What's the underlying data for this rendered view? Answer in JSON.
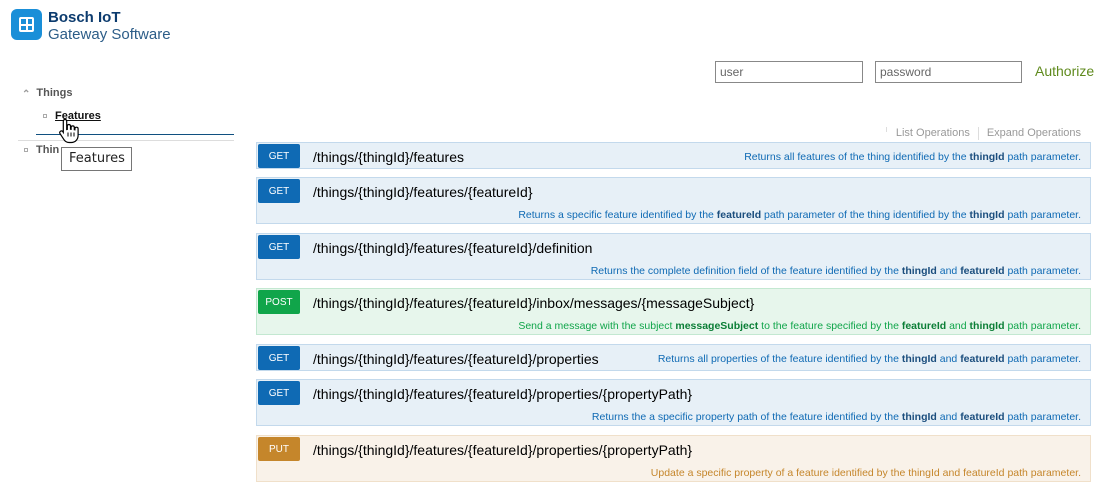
{
  "header": {
    "brand_title": "Bosch IoT",
    "brand_subtitle": "Gateway Software",
    "logo_icon": "gateway-logo-icon"
  },
  "sidebar": {
    "groups": [
      {
        "label": "Things",
        "expanded": true,
        "chevron": "^",
        "items": [
          {
            "label": "Features",
            "active": true
          }
        ]
      },
      {
        "label": "Thin",
        "expanded": false
      }
    ],
    "tooltip": "Features"
  },
  "auth": {
    "user_placeholder": "user",
    "password_placeholder": "password",
    "authorize_label": "Authorize",
    "authorize_color": "#5f8a1d"
  },
  "operations": {
    "list_label": "List Operations",
    "expand_label": "Expand Operations"
  },
  "colors": {
    "get": "#0f6ab4",
    "post": "#10a54a",
    "put": "#c5862b"
  },
  "endpoints": [
    {
      "method": "GET",
      "path": "/things/{thingId}/features",
      "desc_parts": [
        "Returns all features of the thing identified by the ",
        "thingId",
        " path parameter."
      ]
    },
    {
      "method": "GET",
      "path": "/things/{thingId}/features/{featureId}",
      "desc_parts": [
        "Returns a specific feature identified by the ",
        "featureId",
        " path parameter of the thing identified by the ",
        "thingId",
        " path parameter."
      ]
    },
    {
      "method": "GET",
      "path": "/things/{thingId}/features/{featureId}/definition",
      "desc_parts": [
        "Returns the complete definition field of the feature identified by the ",
        "thingId",
        " and ",
        "featureId",
        " path parameter."
      ]
    },
    {
      "method": "POST",
      "path": "/things/{thingId}/features/{featureId}/inbox/messages/{messageSubject}",
      "desc_parts": [
        "Send a message with the subject ",
        "messageSubject",
        " to the feature specified by the ",
        "featureId",
        " and ",
        "thingId",
        " path parameter."
      ]
    },
    {
      "method": "GET",
      "path": "/things/{thingId}/features/{featureId}/properties",
      "desc_parts": [
        "Returns all properties of the feature identified by the ",
        "thingId",
        " and ",
        "featureId",
        " path parameter."
      ]
    },
    {
      "method": "GET",
      "path": "/things/{thingId}/features/{featureId}/properties/{propertyPath}",
      "desc_parts": [
        "Returns the a specific property path of the feature identified by the ",
        "thingId",
        " and ",
        "featureId",
        " path parameter."
      ]
    },
    {
      "method": "PUT",
      "path": "/things/{thingId}/features/{featureId}/properties/{propertyPath}",
      "desc_parts": [
        "Update a specific property of a feature identified by the thingId and featureId path parameter."
      ]
    }
  ]
}
